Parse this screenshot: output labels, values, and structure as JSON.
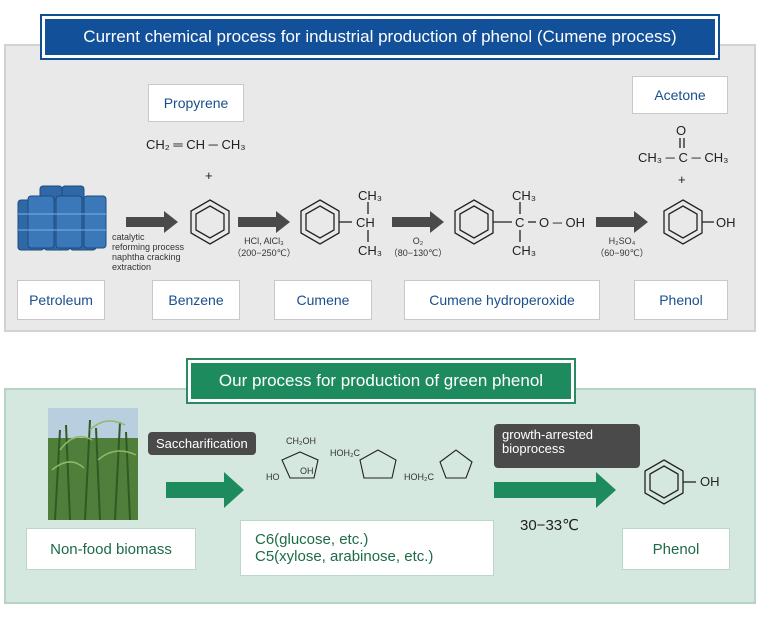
{
  "top": {
    "title": "Current chemical process for industrial production of phenol (Cumene process)",
    "propyrene": "Propyrene",
    "propyrene_formula": "CH₂ ═ CH ─ CH₃",
    "acetone": "Acetone",
    "acetone_formula": "CH₃ ─ C ─ CH₃",
    "acetone_o": "O",
    "plus": "+",
    "extraction_text": [
      "catalytic",
      "reforming process",
      "naphtha  cracking",
      "extraction"
    ],
    "cond1": [
      "HCl, AlCl₃",
      "（200−250℃）"
    ],
    "cond2": [
      "O₂",
      "（80−130℃）"
    ],
    "cond3": [
      "H₂SO₄",
      "（60−90℃）"
    ],
    "ch3": "CH₃",
    "ch": "CH",
    "c": "C",
    "ooh": "O ─ OH",
    "oh": "OH",
    "labels": [
      "Petroleum",
      "Benzene",
      "Cumene",
      "Cumene hydroperoxide",
      "Phenol"
    ]
  },
  "bottom": {
    "title": "Our process for production of green phenol",
    "saccharification": "Saccharification",
    "bioprocess": "growth-arrested bioprocess",
    "temperature": "30−33℃",
    "sugars": [
      "C6(glucose, etc.)",
      "C5(xylose, arabinose, etc.)"
    ],
    "biomass": "Non-food biomass",
    "phenol": "Phenol",
    "oh": "OH",
    "sugar_groups": [
      "CH₂OH",
      "OH",
      "HO",
      "HOH₂C",
      "HOH₂C"
    ]
  },
  "colors": {
    "blue": "#12509a",
    "green": "#1e8b5f",
    "arrow_gray": "#4a4a4a"
  }
}
